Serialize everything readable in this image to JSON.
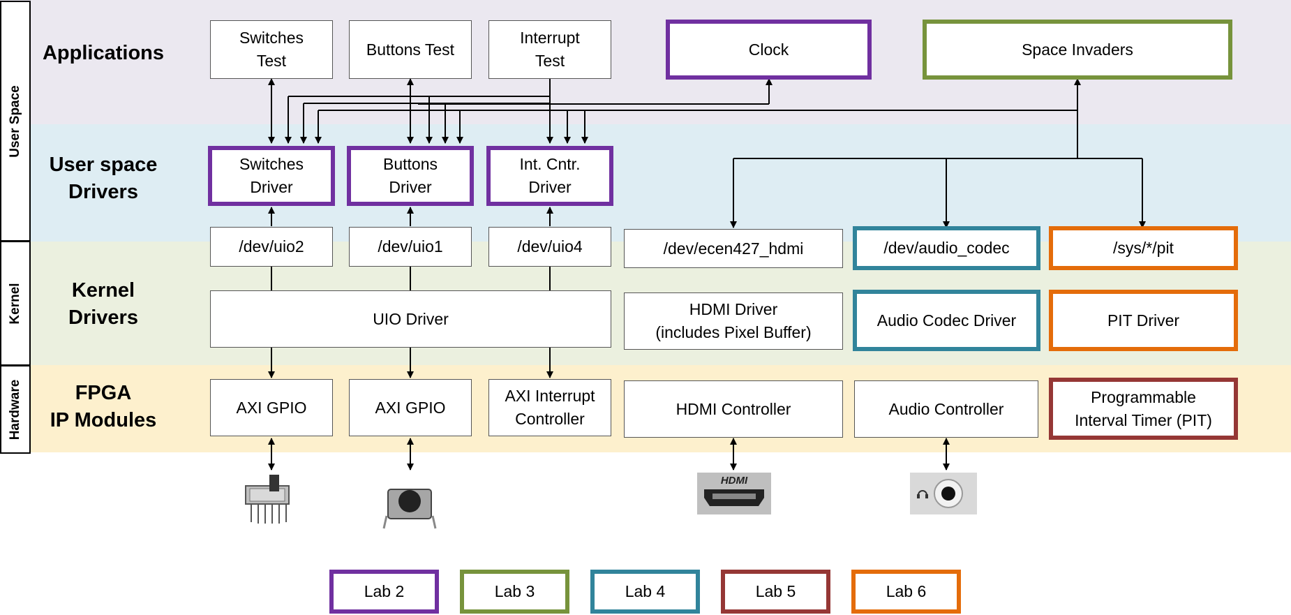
{
  "layers": {
    "user_space": "User Space",
    "kernel": "Kernel",
    "hardware": "Hardware",
    "applications": "Applications",
    "user_drivers": "User space\nDrivers",
    "kernel_drivers": "Kernel\nDrivers",
    "fpga": "FPGA\nIP Modules"
  },
  "apps": {
    "switches_test": "Switches\nTest",
    "buttons_test": "Buttons Test",
    "interrupt_test": "Interrupt\nTest",
    "clock": "Clock",
    "space_invaders": "Space Invaders"
  },
  "user_drivers": {
    "switches": "Switches\nDriver",
    "buttons": "Buttons\nDriver",
    "intc": "Int. Cntr.\nDriver"
  },
  "devices": {
    "uio2": "/dev/uio2",
    "uio1": "/dev/uio1",
    "uio4": "/dev/uio4",
    "hdmi": "/dev/ecen427_hdmi",
    "audio": "/dev/audio_codec",
    "pit": "/sys/*/pit"
  },
  "kernel_drivers": {
    "uio": "UIO Driver",
    "hdmi": "HDMI Driver\n(includes Pixel Buffer)",
    "audio": "Audio Codec Driver",
    "pit": "PIT Driver"
  },
  "hardware": {
    "gpio1": "AXI GPIO",
    "gpio2": "AXI GPIO",
    "intc": "AXI Interrupt\nController",
    "hdmi": "HDMI Controller",
    "audio": "Audio Controller",
    "pit": "Programmable\nInterval Timer (PIT)"
  },
  "hdmi_port_label": "HDMI",
  "legend": [
    "Lab 2",
    "Lab 3",
    "Lab 4",
    "Lab 5",
    "Lab 6"
  ],
  "colors": {
    "lab2": "#7030a0",
    "lab3": "#77933c",
    "lab4": "#31849b",
    "lab5": "#953735",
    "lab6": "#e46c0a",
    "band_user": "#ebe8f0",
    "band_driver": "#deedf3",
    "band_kernel": "#ebf0df",
    "band_hardware": "#fdf0cd"
  }
}
